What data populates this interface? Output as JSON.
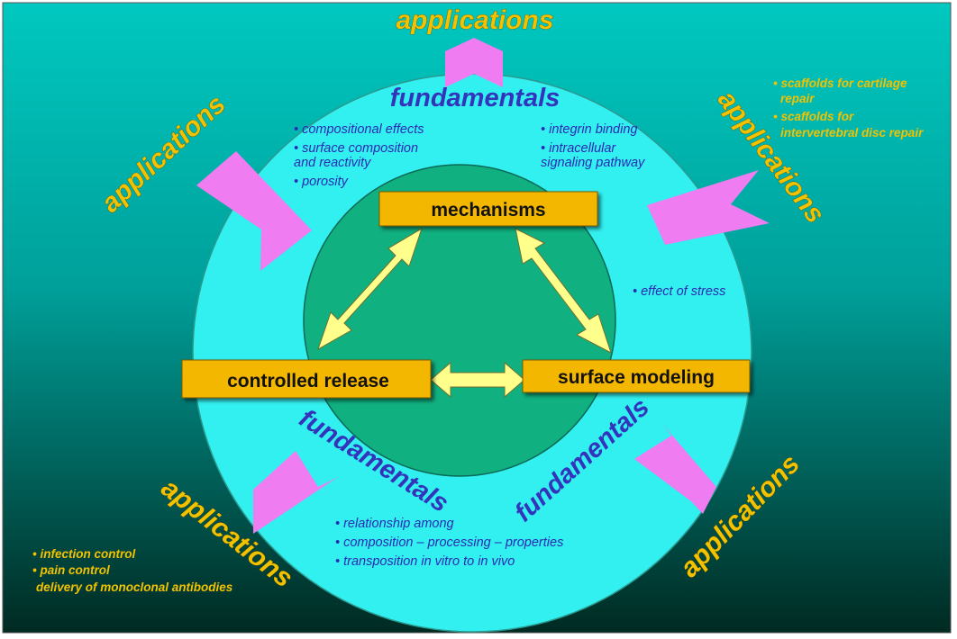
{
  "colors": {
    "bg_top": "#00c8c0",
    "bg_bottom": "#002a22",
    "outer_circle": "#33f0f0",
    "inner_circle": "#10b080",
    "box_fill": "#f4b700",
    "arrow_fill": "#ffff8c",
    "pink_arrow": "#ef7cf0",
    "app_text": "#f2c200",
    "fund_text": "#3333bb"
  },
  "labels": {
    "app_top": "applications",
    "app_left": "applications",
    "app_right": "applications",
    "app_bottom_left": "applications",
    "app_bottom_right": "applications",
    "fund_top": "fundamentals",
    "fund_left": "fundamentals",
    "fund_right": "fundamentals"
  },
  "boxes": {
    "mechanisms": "mechanisms",
    "controlled_release": "controlled release",
    "surface_modeling": "surface modeling"
  },
  "bullets": {
    "top_left": [
      "• compositional effects",
      "• surface composition",
      "and reactivity",
      "• porosity"
    ],
    "top_right": [
      "• integrin binding",
      "• intracellular",
      "signaling pathway"
    ],
    "right": "• effect of stress",
    "bottom": [
      "• relationship among",
      "• composition – processing – properties",
      "• transposition in vitro to in vivo"
    ],
    "right_apps": [
      "• scaffolds for cartilage",
      "repair",
      "• scaffolds for",
      "intervertebral disc repair"
    ],
    "left_apps": [
      "• infection control",
      "• pain control",
      "delivery of monoclonal antibodies"
    ]
  }
}
